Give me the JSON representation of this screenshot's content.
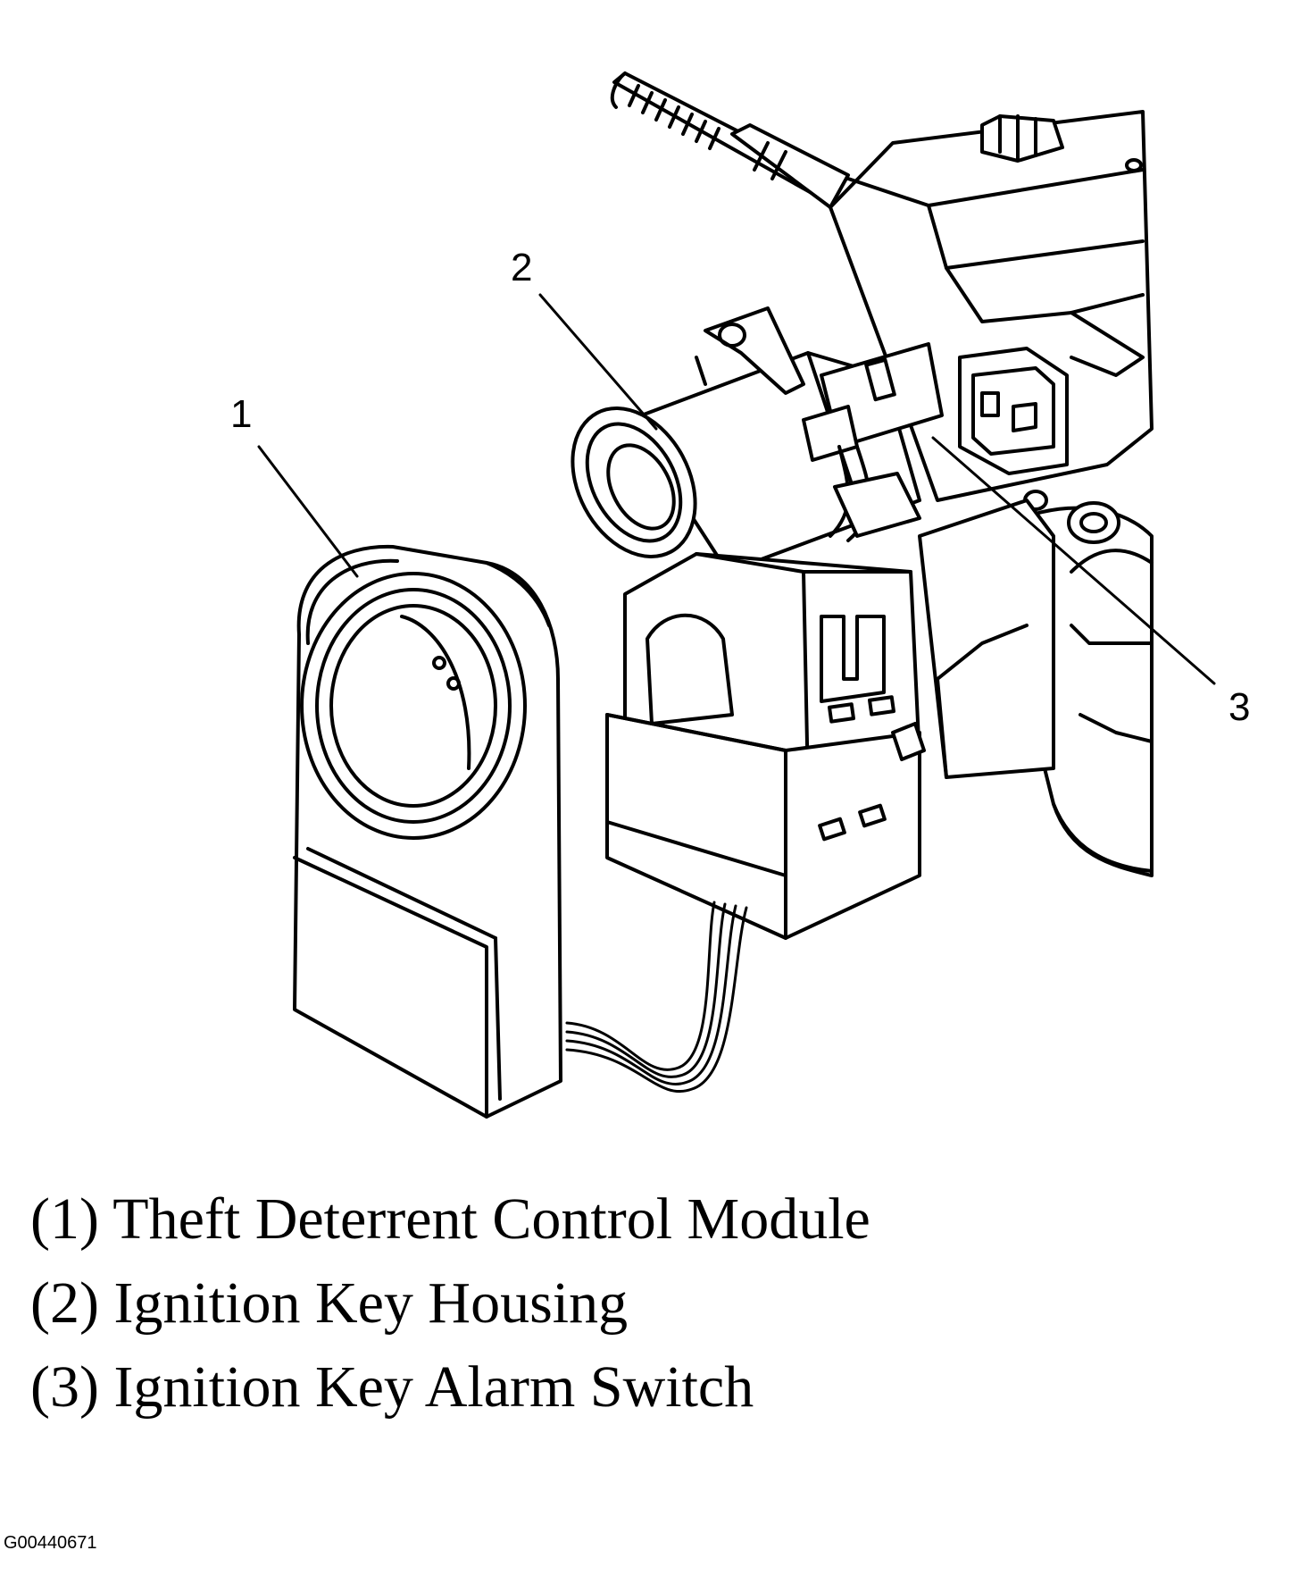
{
  "figure_id": "G00440671",
  "callouts": [
    {
      "number": "1",
      "label": "Theft Deterrent Control Module",
      "legend_text": "(1) Theft Deterrent Control Module"
    },
    {
      "number": "2",
      "label": "Ignition Key Housing",
      "legend_text": "(2) Ignition Key Housing"
    },
    {
      "number": "3",
      "label": "Ignition Key Alarm Switch",
      "legend_text": "(3) Ignition Key Alarm Switch"
    }
  ],
  "colors": {
    "ink": "#000000",
    "paper": "#ffffff"
  }
}
